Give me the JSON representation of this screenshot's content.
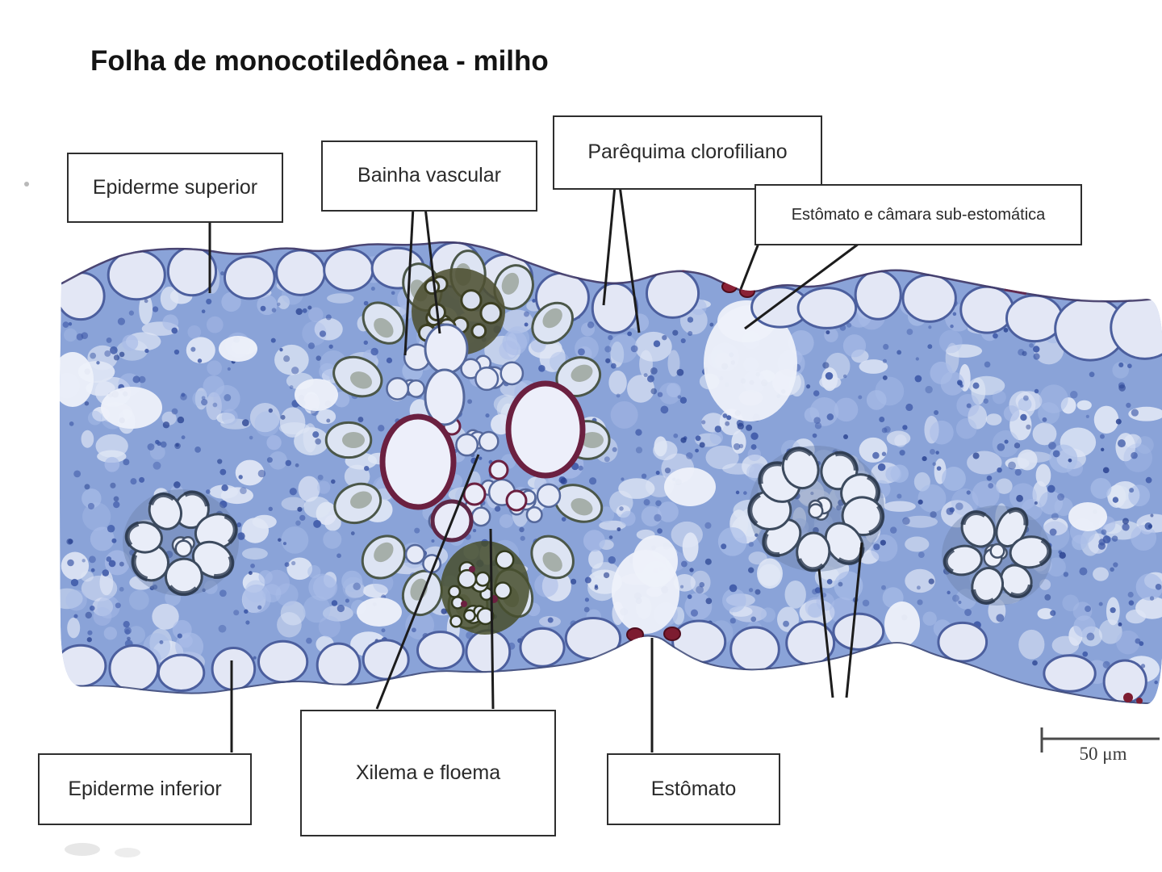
{
  "title": "Folha de monocotiledônea - milho",
  "labels": {
    "epiderme_superior": "Epiderme superior",
    "bainha_vascular": "Bainha vascular",
    "parenquima_clorofiliano": "Parêquima clorofiliano",
    "estomato_camara": "Estômato e câmara  sub-estomática",
    "epiderme_inferior": "Epiderme inferior",
    "xilema_floema": "Xilema e floema",
    "estomato": "Estômato"
  },
  "scale_bar": {
    "label": "50 μm"
  },
  "colors": {
    "background": "#ffffff",
    "tissue_base": "#8aa3d8",
    "tissue_light": "#aabde8",
    "tissue_pale": "#dfe6f5",
    "tissue_dot_dark": "#3c57a6",
    "tissue_dot_darker": "#27408f",
    "chamber_white": "#eef1fa",
    "epidermis_fill": "#e3e7f5",
    "epidermis_stroke": "#4c5f9e",
    "cuticle_top": "#433b68",
    "cuticle_bottom": "#3f4a77",
    "xylem_wall": "#6b2040",
    "sclerenchyma": "#4e5132",
    "sclerenchyma_cell_stroke": "#3c3f22",
    "phloem_dark": "#474e2c",
    "phloem_cell_stroke": "#333a1e",
    "sheath_fill": "#dde4f3",
    "sheath_stroke": "#4b5749",
    "sheath_blotch": "#55603c",
    "bundle_cell_fill": "#e9edf8",
    "bundle_cell_stroke": "#3c4a5e",
    "bundle_crescent": "#2c3a50",
    "bundle_backdrop": "#6d82ae",
    "filler_cell_fill": "#e6eaf7",
    "filler_cell_stroke": "#55689c",
    "stoma_red": "#7d1c30",
    "stoma_red_dark": "#4f0d1d",
    "pointer_line": "#1c1c1c",
    "scale_line": "#4a4a4a",
    "box_border": "#2e2e2e"
  }
}
